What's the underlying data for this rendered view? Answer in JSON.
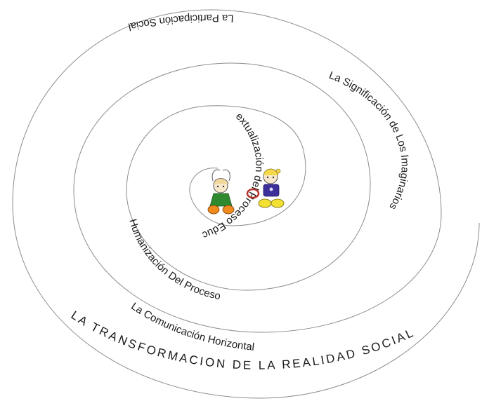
{
  "diagram": {
    "labels": {
      "participacion": "La Participación Social",
      "significacion": "La Significación de Los Imaginarios",
      "contextualizacion": "Contextualización del Proceso Educativo",
      "humanizacion": "Humanización Del Proceso",
      "comunicacion": "La Comunicación Horizontal",
      "transformacion": "LA TRANSFORMACION DE LA REALIDAD SOCIAL"
    }
  },
  "colors": {
    "line": "#8c8c8c",
    "text": "#1a1a1a"
  }
}
